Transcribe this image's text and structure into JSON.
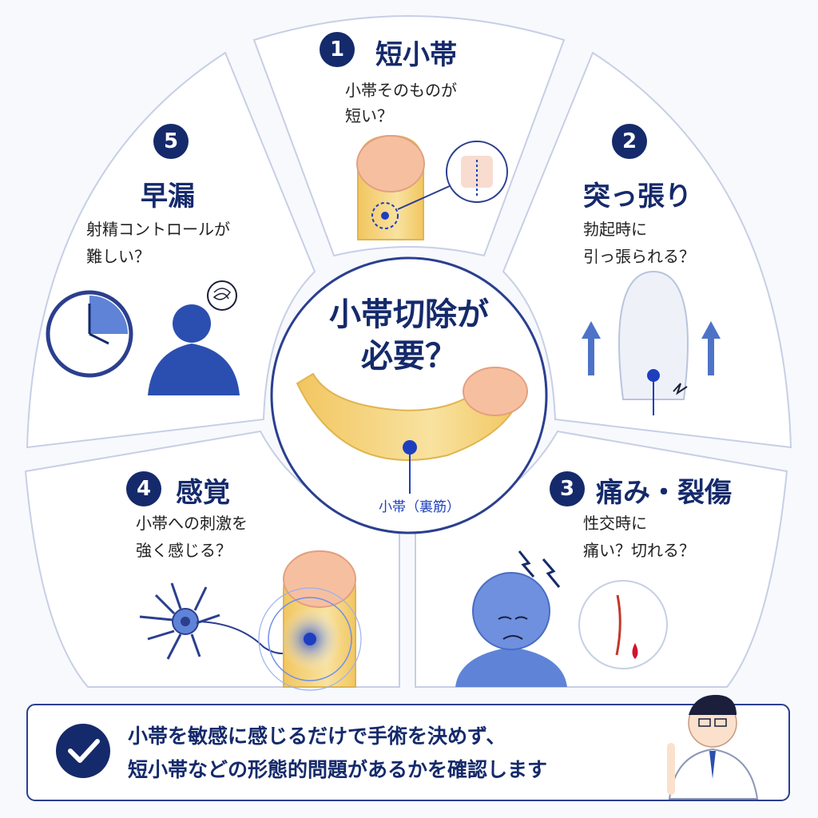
{
  "center": {
    "title_line1": "小帯切除が",
    "title_line2": "必要？",
    "frenulum_label": "小帯（裏筋）"
  },
  "panels": [
    {
      "number": "1",
      "title": "短小帯",
      "desc_line1": "小帯そのものが",
      "desc_line2": "短い？"
    },
    {
      "number": "2",
      "title": "突っ張り",
      "desc_line1": "勃起時に",
      "desc_line2": "引っ張られる？"
    },
    {
      "number": "3",
      "title": "痛み・裂傷",
      "desc_line1": "性交時に",
      "desc_line2": "痛い？切れる？"
    },
    {
      "number": "4",
      "title": "感覚",
      "desc_line1": "小帯への刺激を",
      "desc_line2": "強く感じる？"
    },
    {
      "number": "5",
      "title": "早漏",
      "desc_line1": "射精コントロールが",
      "desc_line2": "難しい？"
    }
  ],
  "banner": {
    "line1": "小帯を敏感に感じるだけで手術を決めず、",
    "line2": "短小帯などの形態的問題があるかを確認します"
  },
  "icons": [
    "check-icon",
    "clock-icon",
    "distressed-person-icon",
    "tangled-thought-icon",
    "neuron-icon",
    "sad-face-icon",
    "tear-drop-icon",
    "up-arrow-icon",
    "lightning-icon",
    "doctor-icon"
  ],
  "colors": {
    "navy": "#152a6b",
    "accent_blue": "#1d3fbf",
    "skin": "#f6c9a8",
    "shaft": "#f5d98a",
    "blood": "#d0142c"
  }
}
